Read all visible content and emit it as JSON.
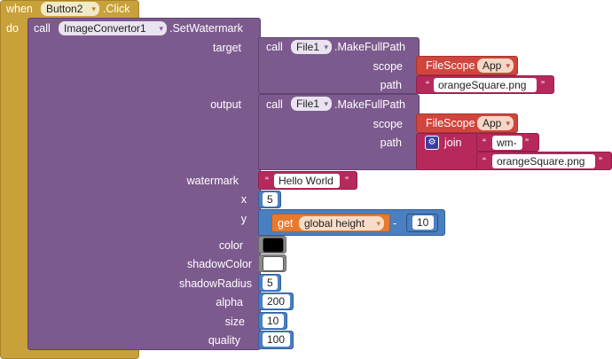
{
  "event": {
    "when": "when",
    "component": "Button2",
    "event": ".Click",
    "do": "do"
  },
  "main_call": {
    "call": "call",
    "component": "ImageConvertor1",
    "method": ".SetWatermark"
  },
  "params": {
    "target": "target",
    "output": "output",
    "watermark": "watermark",
    "x": "x",
    "y": "y",
    "color": "color",
    "shadowColor": "shadowColor",
    "shadowRadius": "shadowRadius",
    "alpha": "alpha",
    "size": "size",
    "quality": "quality"
  },
  "target_call": {
    "call": "call",
    "component": "File1",
    "method": ".MakeFullPath",
    "scope_label": "scope",
    "path_label": "path",
    "scope_block": "FileScope",
    "scope_value": "App",
    "path_value": "orangeSquare.png"
  },
  "output_call": {
    "call": "call",
    "component": "File1",
    "method": ".MakeFullPath",
    "scope_label": "scope",
    "path_label": "path",
    "scope_block": "FileScope",
    "scope_value": "App",
    "join_label": "join",
    "join_part1": "wm-",
    "join_part2": "orangeSquare.png"
  },
  "values": {
    "watermark": "Hello World",
    "x": "5",
    "y_get": "get",
    "y_var": "global height",
    "y_op": "-",
    "y_num": "10",
    "shadowRadius": "5",
    "alpha": "200",
    "size": "10",
    "quality": "100"
  },
  "colors": {
    "color": "#000000",
    "shadowColor": "#ffffff",
    "event_block": "#c9a13a",
    "call_block": "#7c5a8e",
    "text_block": "#b7295d",
    "number_block": "#4a7fc1",
    "filescope_block": "#d0453d",
    "variable_block": "#e8792e"
  },
  "glyphs": {
    "quote": "“",
    "quote_close": "”",
    "arrow": "▾",
    "gear": "⚙"
  }
}
